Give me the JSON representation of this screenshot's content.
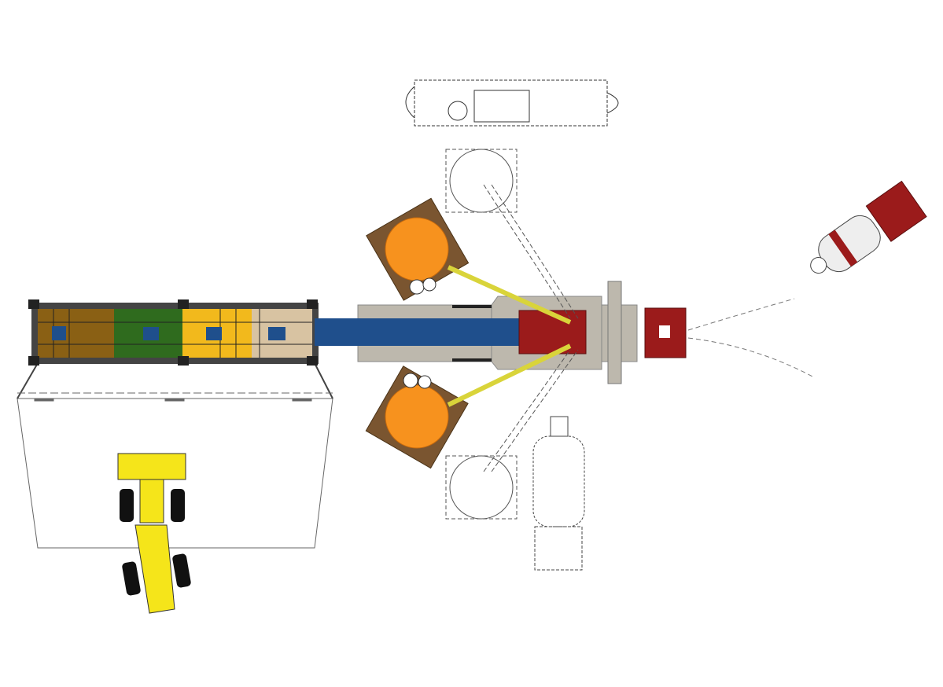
{
  "diagram": {
    "type": "plant-layout-top-view",
    "colors": {
      "feeder_brown": "#8a6014",
      "feeder_green": "#2f6b1e",
      "feeder_yellow": "#f2b91c",
      "feeder_tan": "#d8c3a2",
      "belt_blue": "#1f4f8c",
      "body_gray": "#bdb8ad",
      "engine_red": "#9b1b1b",
      "tank_orange": "#f7921e",
      "tank_frame_brown": "#7a5530",
      "conveyor_yellow": "#d9d43a",
      "loader_yellow": "#f5e51a",
      "outline": "#333333"
    },
    "components": [
      {
        "id": "feeder-conveyor"
      },
      {
        "id": "main-belt"
      },
      {
        "id": "mixer-unit"
      },
      {
        "id": "silo-top"
      },
      {
        "id": "silo-bottom"
      },
      {
        "id": "control-trailer"
      },
      {
        "id": "wheel-loader"
      },
      {
        "id": "mixer-truck-parked"
      },
      {
        "id": "mixer-truck-approach"
      },
      {
        "id": "stockpile-area"
      }
    ]
  }
}
